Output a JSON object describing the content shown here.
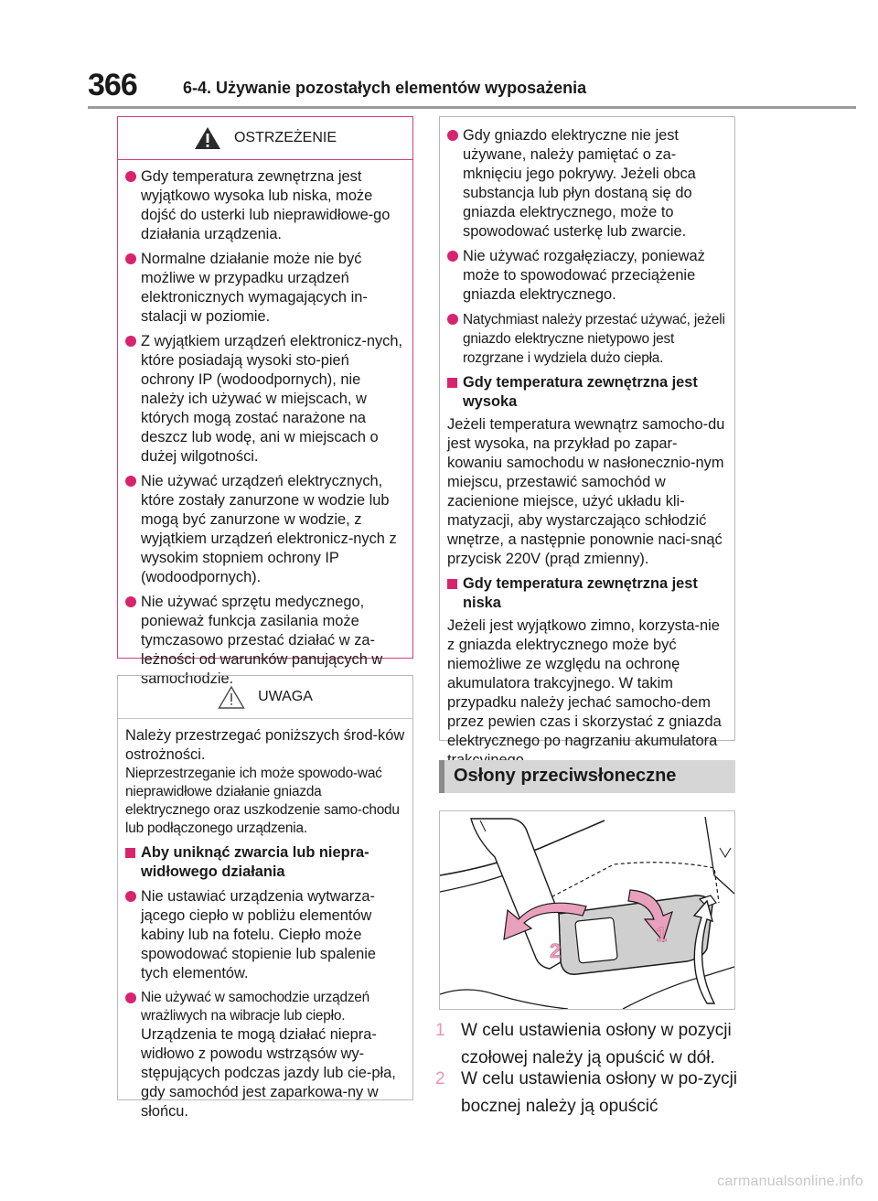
{
  "header": {
    "page_number": "366",
    "section_title": "6-4. Używanie pozostałych elementów wyposażenia"
  },
  "warning": {
    "title": "OSTRZEŻENIE",
    "bullets": [
      "Gdy temperatura zewnętrzna jest wyjątkowo wysoka lub niska, może dojść do usterki lub nieprawidłowe-go działania urządzenia.",
      "Normalne działanie może nie być możliwe w przypadku urządzeń elektronicznych wymagających in-stalacji w poziomie.",
      "Z wyjątkiem urządzeń elektronicz-nych, które posiadają wysoki sto-pień ochrony IP (wodoodpornych), nie należy ich używać w miejscach, w których mogą zostać narażone na deszcz lub wodę, ani w miejscach o dużej wilgotności.",
      "Nie używać urządzeń elektrycznych, które zostały zanurzone w wodzie lub mogą być zanurzone w wodzie, z wyjątkiem urządzeń elektronicz-nych z wysokim stopniem ochrony IP (wodoodpornych).",
      "Nie używać sprzętu medycznego, ponieważ funkcja zasilania może tymczasowo przestać działać w za-leżności od warunków panujących w samochodzie."
    ]
  },
  "caution": {
    "title": "UWAGA",
    "intro_1": "Należy przestrzegać poniższych środ-ków ostrożności.",
    "intro_2": "Nieprzestrzeganie ich może spowodo-wać nieprawidłowe działanie gniazda elektrycznego oraz uszkodzenie samo-chodu lub podłączonego urządzenia.",
    "subhead": "Aby uniknąć zwarcia lub niepra-widłowego działania",
    "bullets": [
      "Nie ustawiać urządzenia wytwarza-jącego ciepło w pobliżu elementów kabiny lub na fotelu. Ciepło może spowodować stopienie lub spalenie tych elementów.",
      "Nie używać w samochodzie urządzeń wrażliwych na wibracje lub ciepło."
    ],
    "continuation": "Urządzenia te mogą działać niepra-widłowo z powodu wstrząsów wy-stępujących podczas jazdy lub cie-pła, gdy samochód jest zaparkowa-ny w słońcu."
  },
  "right_box": {
    "bullets": [
      "Gdy gniazdo elektryczne nie jest używane, należy pamiętać o za-mknięciu jego pokrywy. Jeżeli obca substancja lub płyn dostaną się do gniazda elektrycznego, może to spowodować usterkę lub zwarcie.",
      "Nie używać rozgałęziaczy, ponieważ może to spowodować przeciążenie gniazda elektrycznego.",
      "Natychmiast należy przestać używać, jeżeli gniazdo elektryczne nietypowo jest rozgrzane i wydziela dużo ciepła."
    ],
    "sections": [
      {
        "heading": "Gdy temperatura zewnętrzna jest wysoka",
        "text": "Jeżeli temperatura wewnątrz samocho-du jest wysoka, na przykład po zapar-kowaniu samochodu w nasłonecznio-nym miejscu, przestawić samochód w zacienione miejsce, użyć układu kli-matyzacji, aby wystarczająco schłodzić wnętrze, a następnie ponownie naci-snąć przycisk 220V (prąd zmienny)."
      },
      {
        "heading": "Gdy temperatura zewnętrzna jest niska",
        "text": "Jeżeli jest wyjątkowo zimno, korzysta-nie z gniazda elektrycznego może być niemożliwe ze względu na ochronę akumulatora trakcyjnego. W takim przypadku należy jechać samocho-dem przez pewien czas i skorzystać z gniazda elektrycznego po nagrzaniu akumulatora trakcyjnego."
      }
    ]
  },
  "sun_visors": {
    "title": "Osłony przeciwsłoneczne",
    "illustration_labels": [
      "1",
      "2"
    ],
    "steps": [
      {
        "num": "1",
        "text": "W celu ustawienia osłony w pozycji czołowej należy ją opuścić w dół."
      },
      {
        "num": "2",
        "text": "W celu ustawienia osłony w po-zycji bocznej należy ją opuścić"
      }
    ]
  },
  "footer": {
    "watermark": "carmanualsonline.info"
  },
  "colors": {
    "accent": "#d6246e",
    "warning_border": "#d23f7a",
    "step_number": "#ec92b6",
    "section_bar": "#d6d6d6"
  }
}
